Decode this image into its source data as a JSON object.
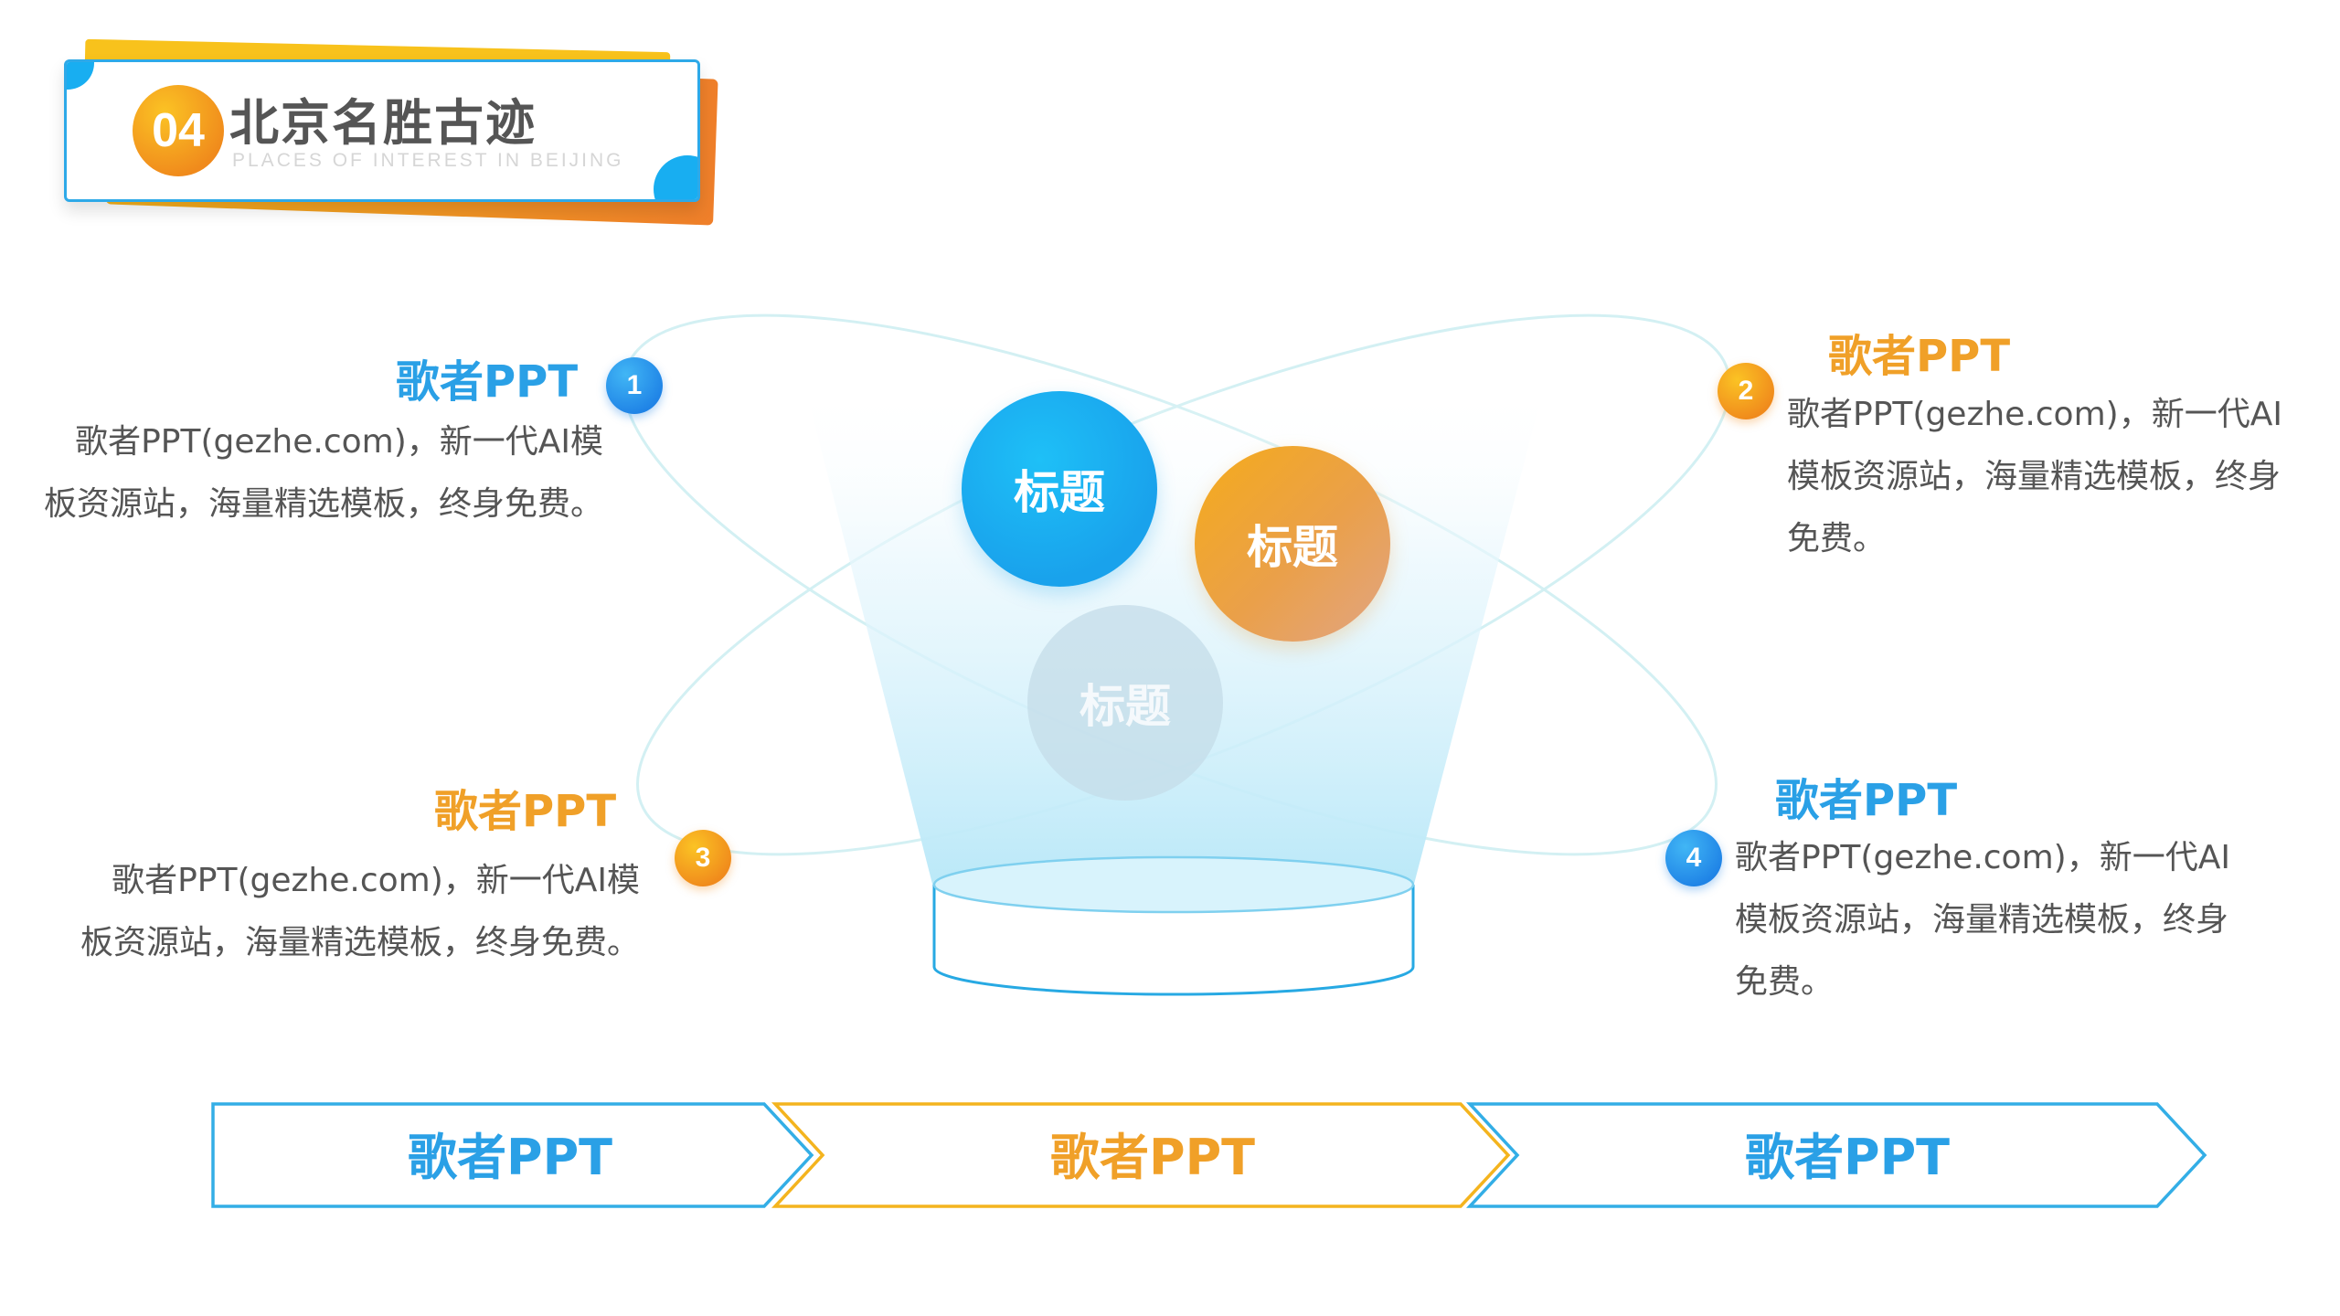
{
  "header": {
    "number": "04",
    "title": "北京名胜古迹",
    "subtitle": "PLACES OF INTEREST IN BEIJING"
  },
  "center": {
    "circles": [
      "标题",
      "标题",
      "标题"
    ]
  },
  "items": [
    {
      "number": "1",
      "title": "歌者PPT",
      "body": "歌者PPT(gezhe.com)，新一代AI模板资源站，海量精选模板，终身免费。"
    },
    {
      "number": "2",
      "title": "歌者PPT",
      "body": "歌者PPT(gezhe.com)，新一代AI模板资源站，海量精选模板，终身免费。"
    },
    {
      "number": "3",
      "title": "歌者PPT",
      "body": "歌者PPT(gezhe.com)，新一代AI模板资源站，海量精选模板，终身免费。"
    },
    {
      "number": "4",
      "title": "歌者PPT",
      "body": "歌者PPT(gezhe.com)，新一代AI模板资源站，海量精选模板，终身免费。"
    }
  ],
  "bottom_bar": {
    "steps": [
      "歌者PPT",
      "歌者PPT",
      "歌者PPT"
    ]
  },
  "colors": {
    "blue": "#2aa0e6",
    "orange": "#f0a028",
    "light_cyan": "#cdeff8"
  }
}
